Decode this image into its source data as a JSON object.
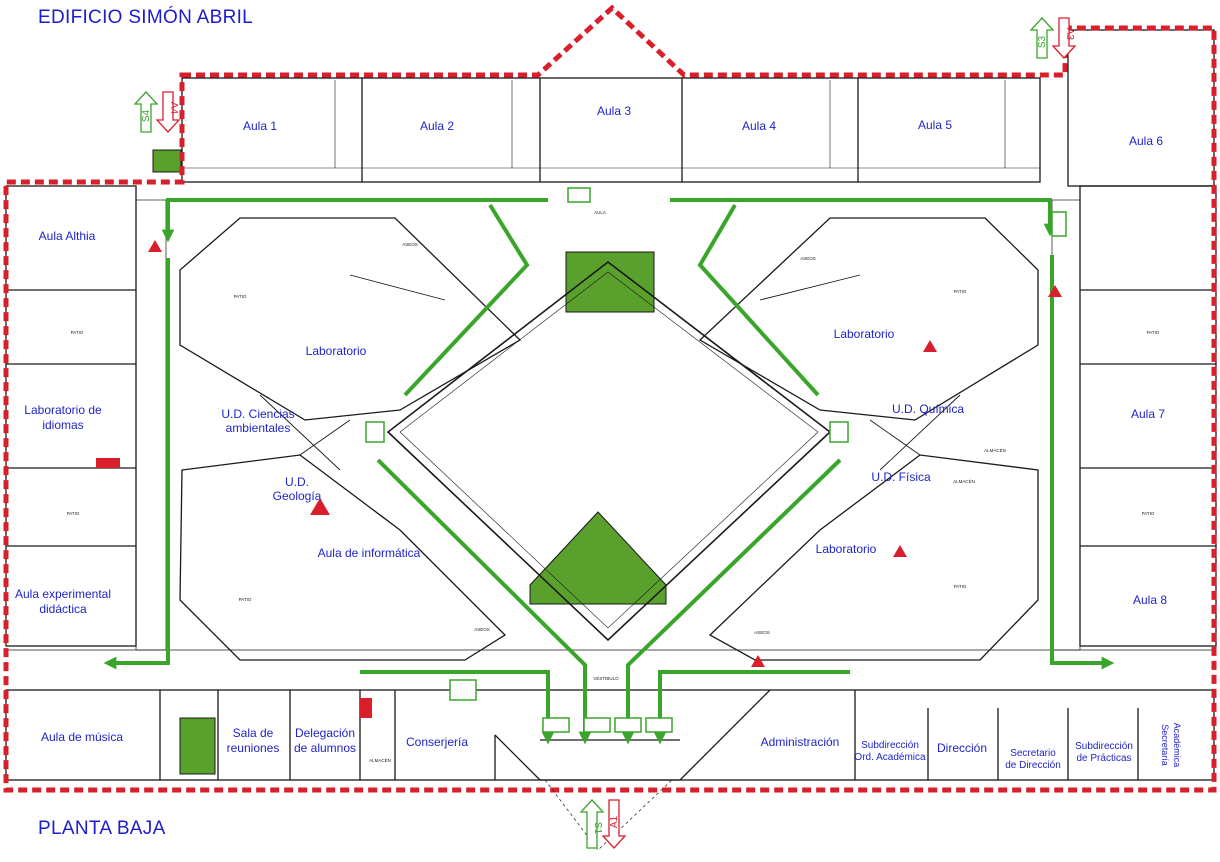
{
  "header": {
    "title": "EDIFICIO SIMÓN ABRIL"
  },
  "footer": {
    "subtitle": "PLANTA BAJA"
  },
  "colors": {
    "label": "#1f24c8",
    "route": "#3aa52b",
    "boundary": "#d91f2b",
    "wall": "#1a1a1a",
    "stair": "#5aa02c"
  },
  "rooms": {
    "aula1": "Aula 1",
    "aula2": "Aula 2",
    "aula3": "Aula 3",
    "aula4": "Aula 4",
    "aula5": "Aula 5",
    "aula6": "Aula 6",
    "aula7": "Aula 7",
    "aula8": "Aula 8",
    "althia": "Aula Althia",
    "idiomas1": "Laboratorio de",
    "idiomas2": "idiomas",
    "experimental1": "Aula experimental",
    "experimental2": "didáctica",
    "musica": "Aula de música",
    "sala1": "Sala de",
    "sala2": "reuniones",
    "delegacion1": "Delegación",
    "delegacion2": "de alumnos",
    "conserjeria": "Conserjería",
    "administracion": "Administración",
    "subdir1a": "Subdirección",
    "subdir1b": "Ord. Académica",
    "direccion": "Dirección",
    "secretario1": "Secretario",
    "secretario2": "de Dirección",
    "subdir2a": "Subdirección",
    "subdir2b": "de Prácticas",
    "secretaria1": "Secretaría",
    "secretaria2": "Académica",
    "lab_left_top": "Laboratorio",
    "ciencias1": "U.D. Ciencias",
    "ciencias2": "ambientales",
    "geologia1": "U.D.",
    "geologia2": "Geología",
    "informatica": "Aula de informática",
    "lab_right_top": "Laboratorio",
    "quimica": "U.D. Química",
    "fisica": "U.D. Física",
    "lab_right_bottom": "Laboratorio"
  },
  "small_labels": {
    "patio": "PATIO",
    "aseos": "ASEOS",
    "almacen": "ALMACÉN",
    "vestibulo": "VESTÍBULO",
    "aula": "AULA"
  },
  "exits": {
    "s1": "S1",
    "a1": "A1",
    "s3": "S3",
    "a3": "A3",
    "s4": "S4",
    "a4": "A4"
  }
}
